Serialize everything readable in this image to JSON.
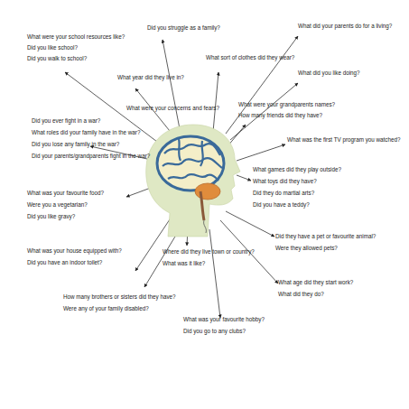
{
  "diagram": {
    "labels": [
      "What were your school resources like?",
      "Did you like school?",
      "Did you walk to school?",
      "Did you struggle as a family?",
      "What did your parents do for a living?",
      "What sort of clothes did they wear?",
      "What  did you like doing?",
      "What year did they live in?",
      "What were your concerns and fears?",
      "What were your grandparents names?",
      "How many friends did they have?",
      "What was the first TV program you watched?",
      "Did you ever fight in a war?",
      "What roles did your family have in the war?",
      "Did you lose any family in the war?",
      "Did your parents/grandparents fight in the war?",
      "What games did they play outside?",
      "What toys did they have?",
      "Did they do martial arts?",
      "Did you have a teddy?",
      "What was your favourite food?",
      "Were you a vegetarian?",
      "Did you like gravy?",
      "Did they have a pet or favourite animal?",
      "Were they allowed pets?",
      "What was your house equipped with?",
      "Did you have an indoor toilet?",
      "Where did they live town or country?",
      "What was it like?",
      "What age did they start work?",
      "What did they do?",
      "How many brothers or sisters did they have?",
      "Were any of your family disabled?",
      "What was your favourite hobby?",
      "Did you go to any clubs?"
    ]
  }
}
